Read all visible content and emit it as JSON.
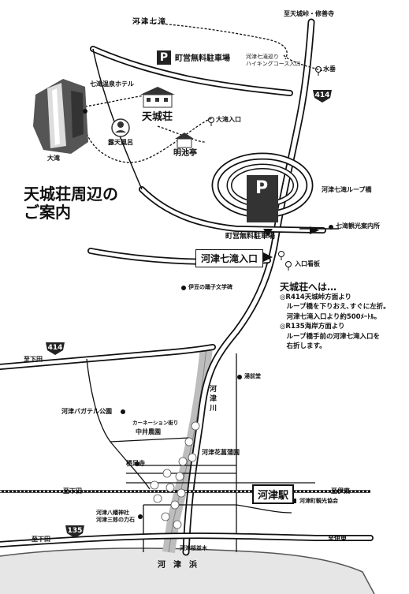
{
  "title_lines": [
    "天城荘周辺の",
    "ご案内"
  ],
  "labels": {
    "kawazu_nanadaru": "河津七滝",
    "to_amagi": "至天城峠・修善寺",
    "hiking": [
      "河津七滝巡り",
      "ハイキングコース入口"
    ],
    "mizutare": "水垂",
    "parking_top": "町営無料駐車場",
    "nanadaru_onsen_hotel": "七滝温泉ホテル",
    "amagisou": "天城荘",
    "odaru_iriguchi": "大滝入口",
    "rotenburo": "露天風呂",
    "meichitei": "明池亭",
    "odaru": "大滝",
    "loop_bridge": "河津七滝ループ橋",
    "parking_loop": "町営無料駐車場",
    "kanko_annai": "七滝観光案内所",
    "nanadaru_iriguchi": "河津七滝入口",
    "iriguchi_kanban": "入口看板",
    "izu_odoriko": "伊豆の踊子文学碑",
    "to_shimoda_1": "至下田",
    "yuzendo": "湯前堂",
    "kawazu_river": [
      "河",
      "津",
      "川"
    ],
    "bagatelle": "河津バガテル公園",
    "carnation": "カーネーション街り",
    "nakai_chokaen": "中井農園",
    "hanashobuen": "河津花菖蒲園",
    "kyoshoji": "栖足寺",
    "to_shimoda_2": "至下田",
    "to_ito_1": "至伊東",
    "kawazu_station": "河津駅",
    "kanko_kyokai": "河津町観光協会",
    "hachiman": [
      "河津八幡神社",
      "河津三郎の力石"
    ],
    "to_shimoda_3": "至下田",
    "to_ito_2": "至伊東",
    "sakura_namiki": "河津桜並木",
    "kawazu_hama": "河　津　浜",
    "parking_letter": "P"
  },
  "routes": {
    "r414_top": "414",
    "r414_left": "414",
    "r135": "135"
  },
  "info": {
    "heading": "天城荘へは…",
    "lines": [
      "◎R414天城峠方面より",
      "　ループ橋を下りおえ､すぐに左折。",
      "　河津七滝入口より約500ﾒｰﾄﾙ。",
      "◎R135海岸方面より",
      "　ループ橋手前の河津七滝入口を",
      "　右折します。"
    ]
  }
}
